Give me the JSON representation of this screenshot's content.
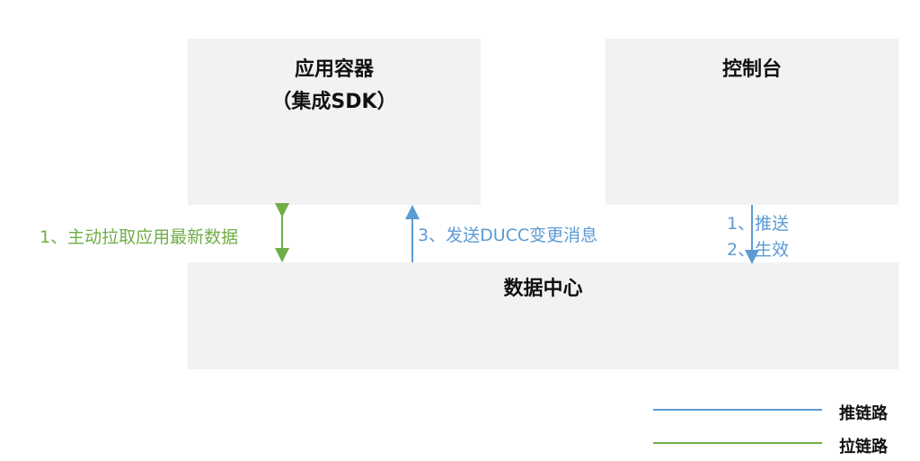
{
  "nodes": {
    "app_container": {
      "title": "应用容器",
      "subtitle": "（集成SDK）"
    },
    "console": {
      "title": "控制台"
    },
    "data_center": {
      "title": "数据中心"
    }
  },
  "edges": {
    "pull": "1、主动拉取应用最新数据",
    "send": "3、发送DUCC变更消息",
    "push1": "1、推送",
    "push2": "2、生效"
  },
  "legend": {
    "push": "推链路",
    "pull": "拉链路"
  },
  "colors": {
    "push": "#5b9bd5",
    "pull": "#70ad47",
    "box": "#f2f2f2"
  }
}
